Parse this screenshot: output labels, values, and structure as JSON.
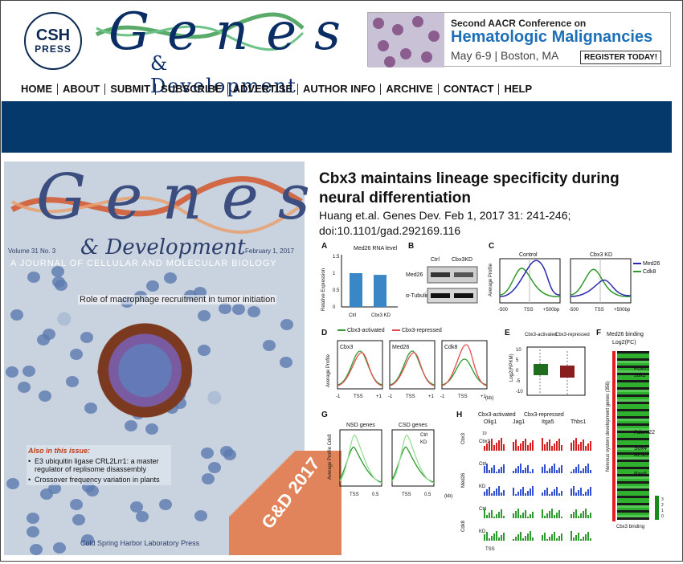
{
  "header": {
    "logo": {
      "line1": "CSH",
      "line2": "PRESS"
    },
    "wordmark": {
      "title": "Genes",
      "subtitle": "& Development"
    },
    "ad": {
      "line1": "Second AACR Conference on",
      "line2": "Hematologic Malignancies",
      "line3": "May 6-9 | Boston, MA",
      "cta": "REGISTER TODAY!"
    }
  },
  "nav": {
    "items": [
      "HOME",
      "ABOUT",
      "SUBMIT",
      "SUBSCRIBE",
      "ADVERTISE",
      "AUTHOR INFO",
      "ARCHIVE",
      "CONTACT",
      "HELP"
    ]
  },
  "cover": {
    "title": "Genes",
    "subtitle": "& Development",
    "volume": "Volume 31 No. 3",
    "date": "February 1, 2017",
    "journal": "A JOURNAL OF CELLULAR AND MOLECULAR BIOLOGY",
    "feature": "Role of macrophage recruitment in tumor initiation",
    "also_heading": "Also in this issue:",
    "also_items": [
      "E3 ubiquitin ligase CRL2Lrr1: a master regulator of replisome disassembly",
      "Crossover frequency variation in plants"
    ],
    "band": "G&D 2017",
    "publisher": "Cold Spring Harbor Laboratory Press"
  },
  "article": {
    "title": "Cbx3 maintains lineage specificity during neural differentiation",
    "citation": "Huang et.al. Genes Dev. Feb 1, 2017 31: 241-246; doi:10.1101/gad.292169.116"
  },
  "figure": {
    "panel_labels": [
      "A",
      "B",
      "C",
      "D",
      "E",
      "F",
      "G",
      "H"
    ],
    "a": {
      "title": "Med26 RNA level",
      "ylabel": "Relative Expression",
      "ticks": [
        "0",
        "0.5",
        "1",
        "1.5"
      ],
      "cats": [
        "Ctrl",
        "Cbx3 KD"
      ],
      "values": [
        1.0,
        0.95
      ],
      "color": "#3a87c8"
    },
    "b": {
      "cols": [
        "Ctrl",
        "Cbx3KD"
      ],
      "rows": [
        "Med26",
        "α-Tubulin"
      ]
    },
    "c": {
      "titles": [
        "Control",
        "Cbx3 KD"
      ],
      "ylabel": "Average Profile",
      "x": [
        "-500",
        "TSS",
        "+500bp"
      ],
      "legend": [
        "Med26",
        "Cdk8"
      ],
      "colors": [
        "#2b2bb0",
        "#2e9a2e"
      ]
    },
    "d": {
      "legend": [
        "Cbx3-activated",
        "Cbx3-repressed"
      ],
      "titles": [
        "Cbx3",
        "Med26",
        "Cdk8"
      ],
      "ylabel": "Average Profile",
      "x": [
        "-1",
        "TSS",
        "+1"
      ],
      "unit": "(kb)",
      "colors": [
        "#2e9a2e",
        "#e05050"
      ]
    },
    "e": {
      "cats": [
        "Cbx3-activated",
        "Cbx3-repressed"
      ],
      "ylabel": "Log2(RPKM)",
      "ticks": [
        "10",
        "5",
        "0",
        "-5",
        "-10"
      ],
      "colors": [
        "#1f6e1f",
        "#8a1d1d"
      ]
    },
    "f": {
      "title": "Med26 binding",
      "subtitle": "Log2(FC)",
      "ylabel": "Nervous system development genes (356)",
      "genes": [
        "Foxh1",
        "Jak2",
        "Adam22",
        "Sox4",
        "Aest3",
        "Pax6"
      ],
      "legend": [
        "3",
        "2",
        "1",
        "0"
      ],
      "footer": "Cbx3 binding"
    },
    "g": {
      "titles": [
        "NSD genes",
        "CSD genes"
      ],
      "ylabel": "Average Profile Cdk8",
      "x": [
        "TSS",
        "0.5"
      ],
      "unit": "(kb)",
      "legend": [
        "Ctrl",
        "KD"
      ]
    },
    "h": {
      "groups": [
        "Cbx3-activated",
        "Cbx3-repressed"
      ],
      "genes": [
        "Olig1",
        "Jag1",
        "Itga5",
        "Thbs1"
      ],
      "tracks": [
        "Cbx3",
        "Ctrl",
        "KD",
        "Ctrl",
        "KD"
      ],
      "track_groups": [
        "Med26",
        "Cdk8"
      ],
      "scale": "10",
      "x": "TSS"
    }
  }
}
